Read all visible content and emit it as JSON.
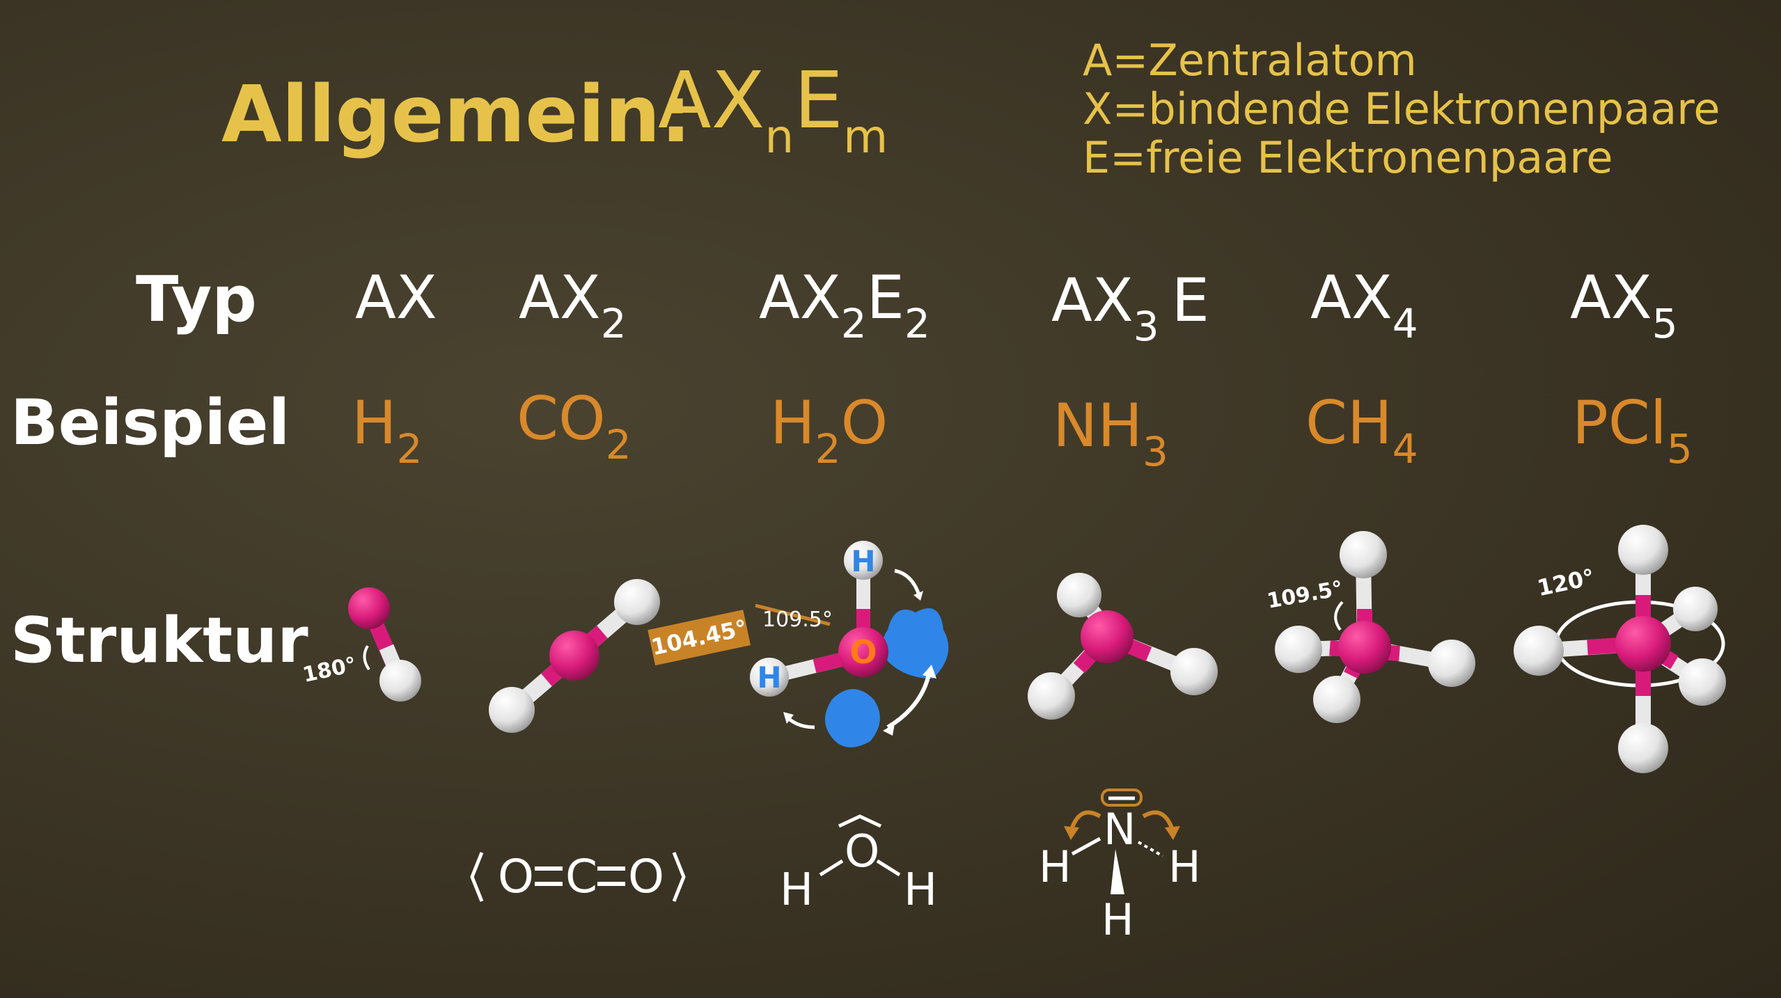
{
  "header": {
    "title": "Allgemein:",
    "formula_base_a": "AX",
    "formula_sub_n": "n",
    "formula_base_e": "E",
    "formula_sub_m": "m"
  },
  "legend": [
    "A=Zentralatom",
    "X=bindende Elektronenpaare",
    "E=freie Elektronenpaare"
  ],
  "row_labels": {
    "typ": "Typ",
    "beispiel": "Beispiel",
    "struktur": "Struktur"
  },
  "types": [
    {
      "base": "AX",
      "sub": "",
      "base2": "",
      "sub2": ""
    },
    {
      "base": "AX",
      "sub": "2",
      "base2": "",
      "sub2": ""
    },
    {
      "base": "AX",
      "sub": "2",
      "base2": "E",
      "sub2": "2"
    },
    {
      "base": "AX",
      "sub": "3",
      "base2": "E",
      "sub2": ""
    },
    {
      "base": "AX",
      "sub": "4",
      "base2": "",
      "sub2": ""
    },
    {
      "base": "AX",
      "sub": "5",
      "base2": "",
      "sub2": ""
    }
  ],
  "examples": [
    {
      "base": "H",
      "sub": "2",
      "tail": ""
    },
    {
      "base": "CO",
      "sub": "2",
      "tail": ""
    },
    {
      "base": "H",
      "sub": "2",
      "tail": "O"
    },
    {
      "base": "NH",
      "sub": "3",
      "tail": ""
    },
    {
      "base": "CH",
      "sub": "4",
      "tail": ""
    },
    {
      "base": "PCl",
      "sub": "5",
      "tail": ""
    }
  ],
  "angles": {
    "h2": "180°",
    "h2o_main": "104.45°",
    "h2o_ref": "109.5°",
    "ch4": "109.5°",
    "pcl5": "120°"
  },
  "atoms": {
    "h": "H",
    "o": "O",
    "c": "C",
    "n": "N"
  },
  "colors": {
    "background": "#3b3423",
    "header_yellow": "#e6c24a",
    "example_orange": "#d9892a",
    "atom_magenta": "#d81b7a",
    "atom_white": "#f0f0f0",
    "lone_pair_blue": "#2f86e8",
    "label_box": "#c98327"
  }
}
